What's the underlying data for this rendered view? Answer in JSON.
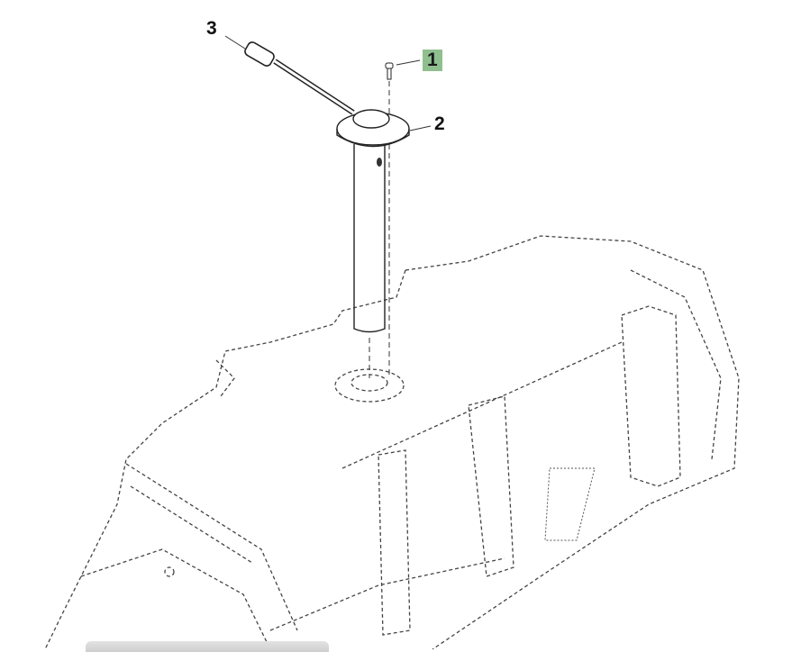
{
  "callouts": [
    {
      "number": "1",
      "part": "screw",
      "highlighted": true
    },
    {
      "number": "2",
      "part": "fuel-level-sender"
    },
    {
      "number": "3",
      "part": "harness-connector"
    }
  ],
  "colors": {
    "highlight": "#8fbf8f",
    "line": "#222222"
  }
}
